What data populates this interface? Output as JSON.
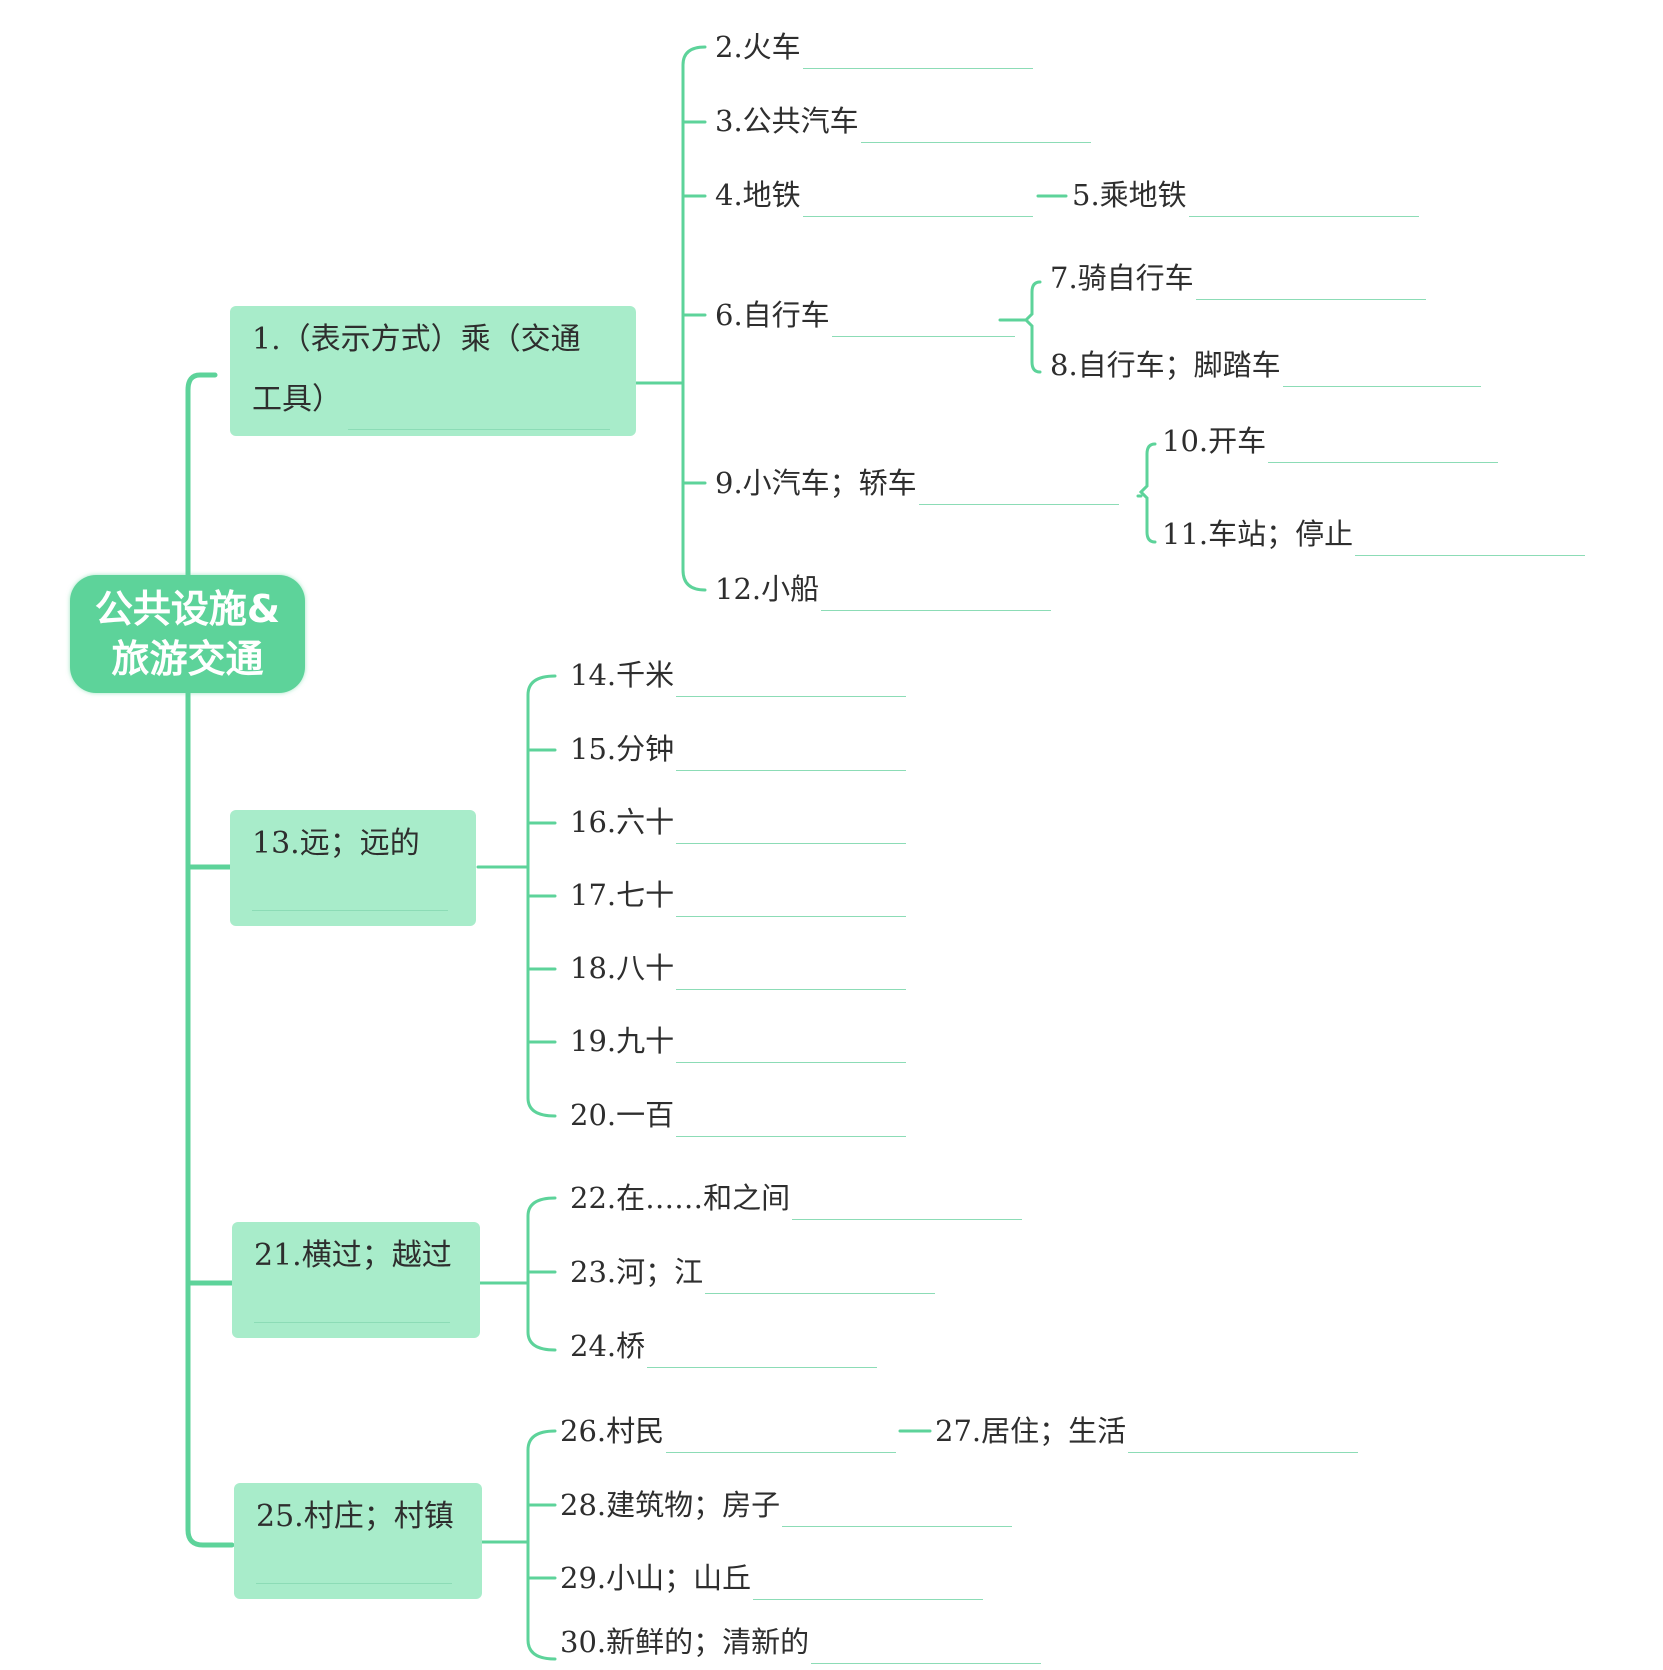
{
  "colors": {
    "accent": "#5dd39a",
    "box": "#a8ecca",
    "line": "#5dd39a",
    "blank_line": "#8cdcb6"
  },
  "root": {
    "line1": "公共设施&",
    "line2": "旅游交通"
  },
  "branches": {
    "b1": {
      "line1": "1.（表示方式）乘（交通",
      "line2": "工具）"
    },
    "b13": {
      "label": "13.远；远的"
    },
    "b21": {
      "label": "21.横过；越过"
    },
    "b25": {
      "label": "25.村庄；村镇"
    }
  },
  "leaves": {
    "l2": "2.火车",
    "l3": "3.公共汽车",
    "l4": "4.地铁",
    "l5": "5.乘地铁",
    "l6": "6.自行车",
    "l7": "7.骑自行车",
    "l8": "8.自行车；脚踏车",
    "l9": "9.小汽车；轿车",
    "l10": "10.开车",
    "l11": "11.车站；停止",
    "l12": "12.小船",
    "l14": "14.千米",
    "l15": "15.分钟",
    "l16": "16.六十",
    "l17": "17.七十",
    "l18": "18.八十",
    "l19": "19.九十",
    "l20": "20.一百",
    "l22": "22.在……和之间",
    "l23": "23.河；江",
    "l24": "24.桥",
    "l26": "26.村民",
    "l27": "27.居住；生活",
    "l28": "28.建筑物；房子",
    "l29": "29.小山；山丘",
    "l30": "30.新鲜的；清新的"
  }
}
